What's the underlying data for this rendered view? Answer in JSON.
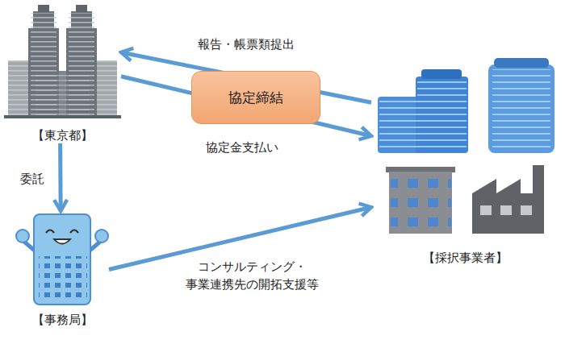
{
  "diagram": {
    "nodes": [
      {
        "text": [
          "【東京都】"
        ]
      },
      {
        "text": [
          "協定締結"
        ]
      },
      {
        "text": [
          "【採択事業者】"
        ]
      },
      {
        "text": [
          "【事務局】"
        ]
      }
    ],
    "edges": [
      {
        "from": 2,
        "to": 0,
        "arrow": "to",
        "label": "報告・帳票類提出"
      },
      {
        "from": 0,
        "to": 2,
        "arrow": "to",
        "label": "協定金支払い"
      },
      {
        "from": 0,
        "to": 3,
        "arrow": "to",
        "label": "委託"
      },
      {
        "from": 3,
        "to": 2,
        "arrow": "to",
        "label": "コンサルティング・ 事業連携先の開拓支援等"
      }
    ]
  }
}
